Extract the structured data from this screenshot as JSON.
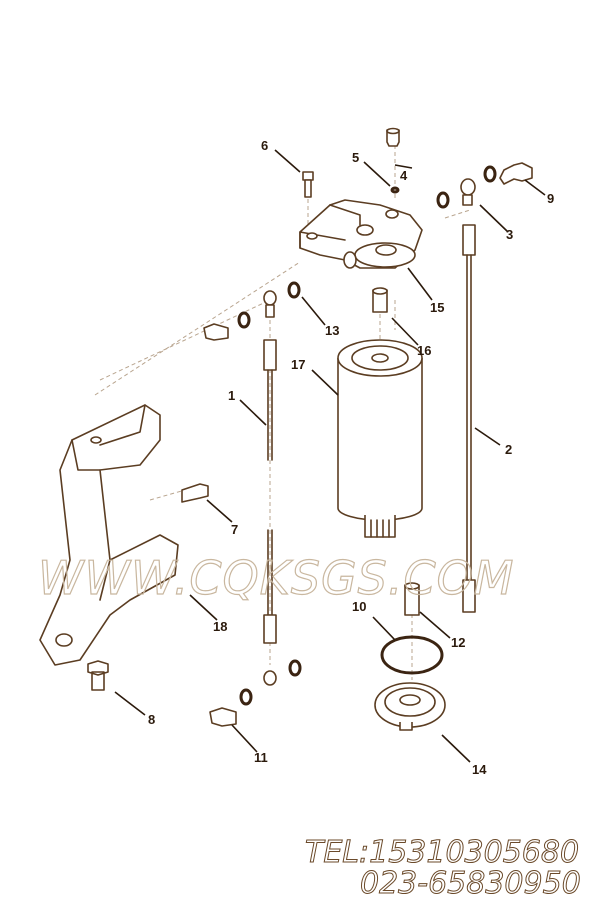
{
  "diagram": {
    "part_labels": {
      "p1": "1",
      "p2": "2",
      "p3": "3",
      "p4": "4",
      "p5": "5",
      "p6": "6",
      "p7": "7",
      "p8": "8",
      "p9": "9",
      "p10": "10",
      "p11": "11",
      "p12": "12",
      "p13": "13",
      "p14": "14",
      "p15": "15",
      "p16": "16",
      "p17": "17",
      "p18": "18"
    },
    "line_color": "#5b3d22"
  },
  "watermark": {
    "site": "WWW.CQKSGS.COM",
    "phone": "TEL:15310305680",
    "phone2": "023-65830950"
  }
}
